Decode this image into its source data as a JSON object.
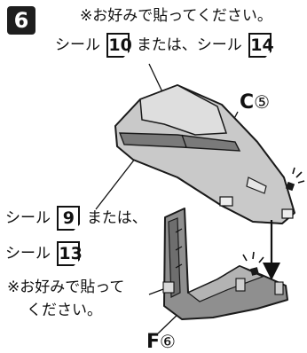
{
  "step": {
    "number": "6"
  },
  "top_note": {
    "line1": "※お好みで貼ってください。",
    "line2_prefix": "シール",
    "sticker_a": "10",
    "line2_mid": "または、シール",
    "sticker_b": "14"
  },
  "left_note": {
    "line1_prefix": "シール",
    "sticker_a": "9",
    "line1_suffix": "または、",
    "line2_prefix": "シール",
    "sticker_b": "13",
    "note_line1": "※お好みで貼って",
    "note_line2": "ください。"
  },
  "part_c": {
    "letter": "C",
    "number": "⑤"
  },
  "part_f": {
    "letter": "F",
    "number": "⑥"
  },
  "colors": {
    "part_fill": "#bdbdbd",
    "part_dark": "#7d7d7d",
    "ink": "#111111"
  }
}
